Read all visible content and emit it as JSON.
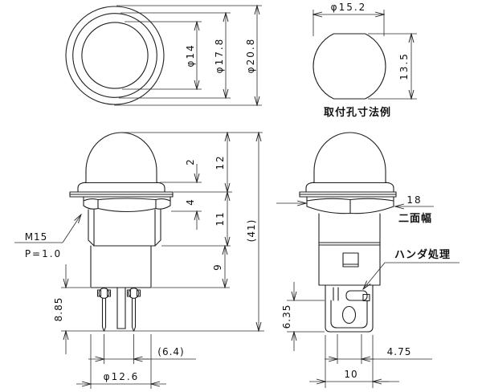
{
  "drawing_title": "panel indicator lamp dimensional drawing",
  "colors": {
    "background": "#ffffff",
    "line": "#1f1f1f"
  },
  "labels": {
    "top_view": {
      "inner_dia": "φ14",
      "mid_dia": "φ17.8",
      "outer_dia": "φ20.8"
    },
    "hole_view": {
      "hole_dia": "φ15.2",
      "hole_height": "13.5",
      "caption": "取付孔寸法例"
    },
    "front_view": {
      "lens_lip": "2",
      "head_height": "12",
      "nut_height": "4",
      "under_panel": "11",
      "body_height": "9",
      "overall_height": "(41)",
      "terminal_length": "8.85",
      "terminal_pitch": "(6.4)",
      "body_dia": "φ12.6",
      "thread_size": "M15",
      "thread_pitch": "P=1.0"
    },
    "side_view": {
      "across_flats": "18",
      "across_flats_note": "二面幅",
      "solder_note": "ハンダ処理",
      "terminal_height": "6.35",
      "terminal_offset": "4.75",
      "base_width": "10"
    }
  }
}
